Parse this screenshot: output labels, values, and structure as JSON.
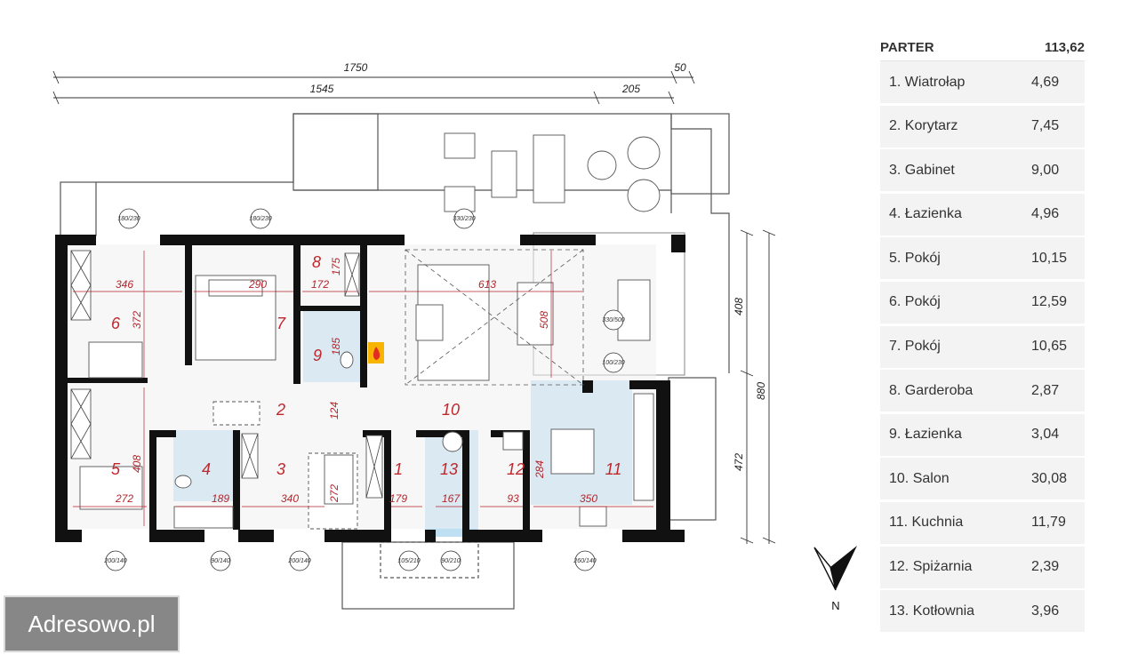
{
  "floor": {
    "name": "PARTER",
    "total": "113,62"
  },
  "rooms": [
    {
      "label": "1. Wiatrołap",
      "area": "4,69"
    },
    {
      "label": "2. Korytarz",
      "area": "7,45"
    },
    {
      "label": "3. Gabinet",
      "area": "9,00"
    },
    {
      "label": "4. Łazienka",
      "area": "4,96"
    },
    {
      "label": "5. Pokój",
      "area": "10,15"
    },
    {
      "label": "6. Pokój",
      "area": "12,59"
    },
    {
      "label": "7. Pokój",
      "area": "10,65"
    },
    {
      "label": "8. Garderoba",
      "area": "2,87"
    },
    {
      "label": "9. Łazienka",
      "area": "3,04"
    },
    {
      "label": "10. Salon",
      "area": "30,08"
    },
    {
      "label": "11. Kuchnia",
      "area": "11,79"
    },
    {
      "label": "12. Spiżarnia",
      "area": "2,39"
    },
    {
      "label": "13. Kotłownia",
      "area": "3,96"
    }
  ],
  "room_numbers": [
    "1",
    "2",
    "3",
    "4",
    "5",
    "6",
    "7",
    "8",
    "9",
    "10",
    "11",
    "12",
    "13"
  ],
  "dimensions": {
    "overall_top": "1750",
    "overall_top_right": "50",
    "second_top": "1545",
    "second_top_right": "205",
    "right_total": "880",
    "right_upper": "408",
    "right_lower": "472",
    "inner": [
      "346",
      "372",
      "290",
      "172",
      "175",
      "185",
      "613",
      "508",
      "124",
      "408",
      "272",
      "189",
      "340",
      "272",
      "179",
      "167",
      "93",
      "284",
      "350"
    ]
  },
  "window_tags": [
    "180/230",
    "180/230",
    "330/230",
    "330/500",
    "100/230",
    "200/140",
    "90/140",
    "200/140",
    "105/210",
    "90/210",
    "260/140"
  ],
  "colors": {
    "wall": "#111111",
    "wet_room": "#bfe0f3",
    "room_number": "#c0272d",
    "dim_red": "#b3262d",
    "terrace": "#ffffff"
  },
  "compass": {
    "label": "N"
  },
  "watermark": "Adresowo.pl"
}
